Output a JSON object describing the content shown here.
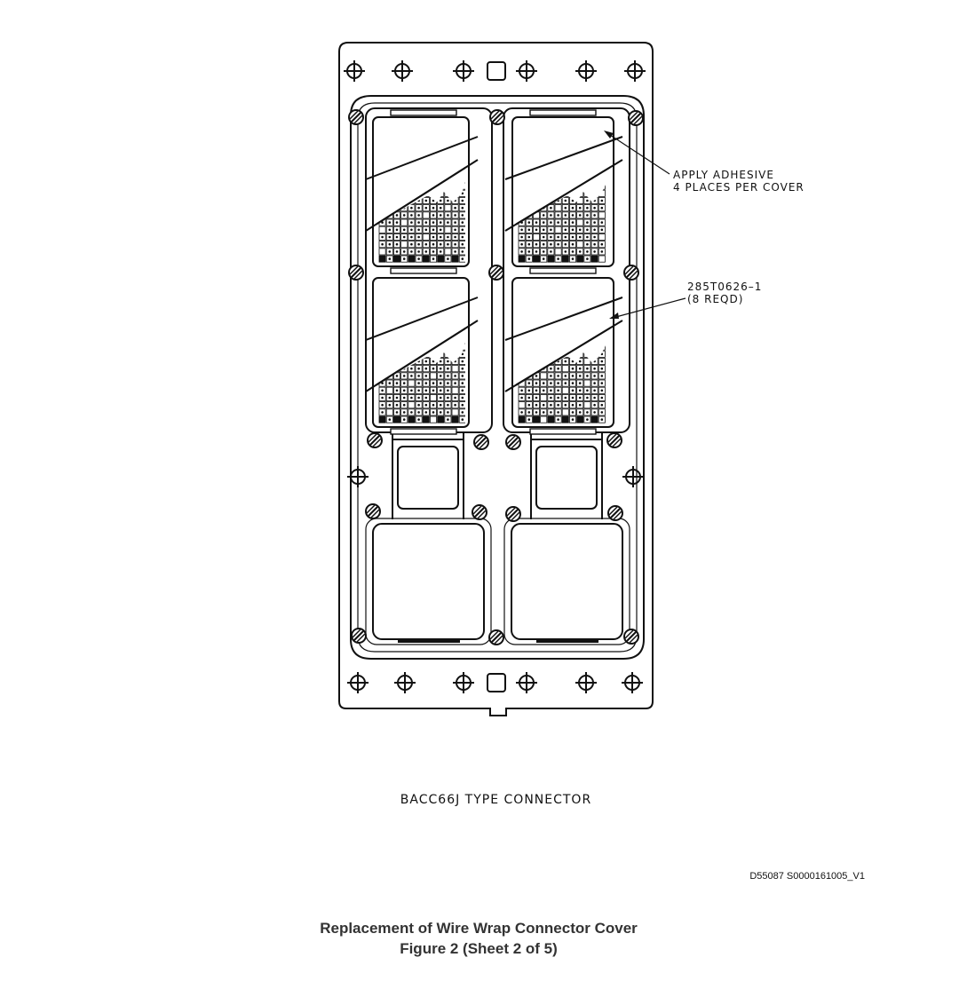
{
  "callouts": {
    "adhesive": {
      "line1": "APPLY ADHESIVE",
      "line2": "4 PLACES PER COVER"
    },
    "part": {
      "line1": "285T0626–1",
      "line2": "(8 REQD)"
    }
  },
  "view_label": "BACC66J TYPE  CONNECTOR",
  "drawing_id": "D55087 S0000161005_V1",
  "caption": {
    "title": "Replacement of Wire Wrap Connector Cover",
    "figure": "Figure 2  (Sheet 2 of 5)"
  },
  "colors": {
    "ink": "#111111",
    "caption_text": "#333333",
    "background": "#ffffff"
  }
}
